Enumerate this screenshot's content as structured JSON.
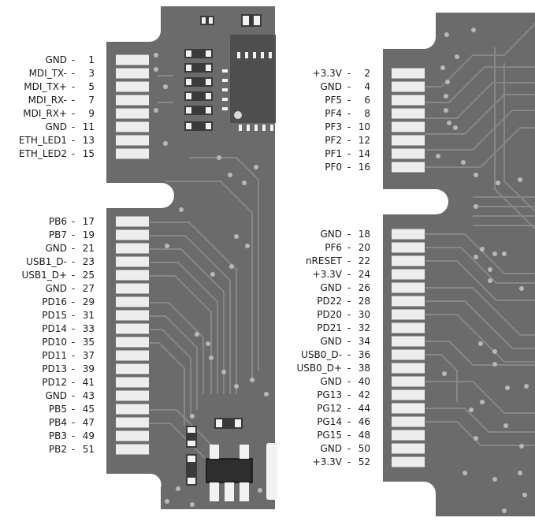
{
  "left_pins": [
    {
      "signal": "GND",
      "pin": "1"
    },
    {
      "signal": "MDI_TX-",
      "pin": "3"
    },
    {
      "signal": "MDI_TX+",
      "pin": "5"
    },
    {
      "signal": "MDI_RX-",
      "pin": "7"
    },
    {
      "signal": "MDI_RX+",
      "pin": "9"
    },
    {
      "signal": "GND",
      "pin": "11"
    },
    {
      "signal": "ETH_LED1",
      "pin": "13"
    },
    {
      "signal": "ETH_LED2",
      "pin": "15"
    },
    {
      "signal": "PB6",
      "pin": "17"
    },
    {
      "signal": "PB7",
      "pin": "19"
    },
    {
      "signal": "GND",
      "pin": "21"
    },
    {
      "signal": "USB1_D-",
      "pin": "23"
    },
    {
      "signal": "USB1_D+",
      "pin": "25"
    },
    {
      "signal": "GND",
      "pin": "27"
    },
    {
      "signal": "PD16",
      "pin": "29"
    },
    {
      "signal": "PD15",
      "pin": "31"
    },
    {
      "signal": "PD14",
      "pin": "33"
    },
    {
      "signal": "PD10",
      "pin": "35"
    },
    {
      "signal": "PD11",
      "pin": "37"
    },
    {
      "signal": "PD13",
      "pin": "39"
    },
    {
      "signal": "PD12",
      "pin": "41"
    },
    {
      "signal": "GND",
      "pin": "43"
    },
    {
      "signal": "PB5",
      "pin": "45"
    },
    {
      "signal": "PB4",
      "pin": "47"
    },
    {
      "signal": "PB3",
      "pin": "49"
    },
    {
      "signal": "PB2",
      "pin": "51"
    }
  ],
  "right_pins": [
    {
      "signal": "+3.3V",
      "pin": "2"
    },
    {
      "signal": "GND",
      "pin": "4"
    },
    {
      "signal": "PF5",
      "pin": "6"
    },
    {
      "signal": "PF4",
      "pin": "8"
    },
    {
      "signal": "PF3",
      "pin": "10"
    },
    {
      "signal": "PF2",
      "pin": "12"
    },
    {
      "signal": "PF1",
      "pin": "14"
    },
    {
      "signal": "PF0",
      "pin": "16"
    },
    {
      "signal": "GND",
      "pin": "18"
    },
    {
      "signal": "PF6",
      "pin": "20"
    },
    {
      "signal": "nRESET",
      "pin": "22"
    },
    {
      "signal": "+3.3V",
      "pin": "24"
    },
    {
      "signal": "GND",
      "pin": "26"
    },
    {
      "signal": "PD22",
      "pin": "28"
    },
    {
      "signal": "PD20",
      "pin": "30"
    },
    {
      "signal": "PD21",
      "pin": "32"
    },
    {
      "signal": "GND",
      "pin": "34"
    },
    {
      "signal": "USB0_D-",
      "pin": "36"
    },
    {
      "signal": "USB0_D+",
      "pin": "38"
    },
    {
      "signal": "GND",
      "pin": "40"
    },
    {
      "signal": "PG13",
      "pin": "42"
    },
    {
      "signal": "PG12",
      "pin": "44"
    },
    {
      "signal": "PG14",
      "pin": "46"
    },
    {
      "signal": "PG15",
      "pin": "48"
    },
    {
      "signal": "GND",
      "pin": "50"
    },
    {
      "signal": "+3.3V",
      "pin": "52"
    }
  ],
  "colors": {
    "board": "#6b6b6b",
    "board_dark": "#5a5a5a",
    "trace": "#8a8a8a",
    "pad": "#ededed",
    "chip": "#3a3a3a",
    "component_white": "#f2f2f2",
    "text": "#1a1a1a"
  }
}
